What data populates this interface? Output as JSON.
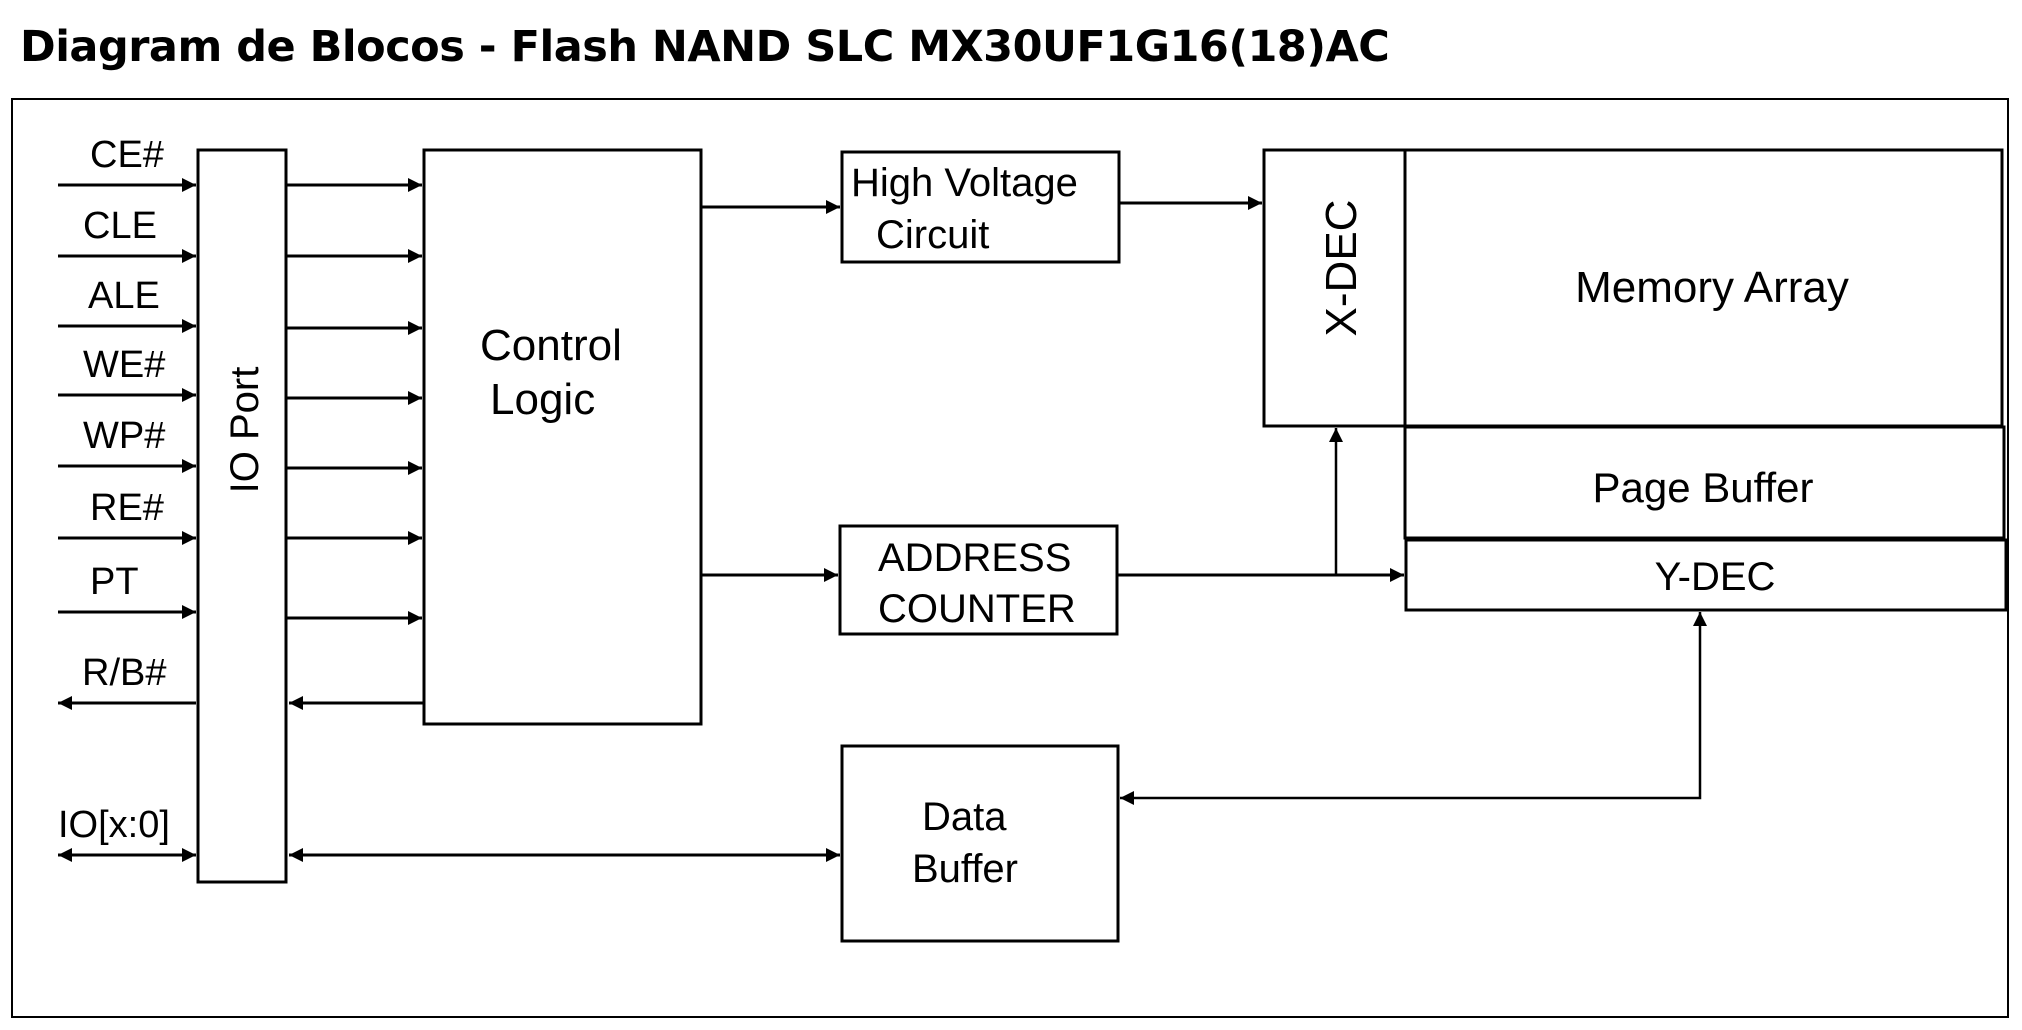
{
  "title": "Diagram de Blocos - Flash NAND SLC MX30UF1G16(18)AC",
  "signals": [
    {
      "label": "CE#",
      "direction": "in"
    },
    {
      "label": "CLE",
      "direction": "in"
    },
    {
      "label": "ALE",
      "direction": "in"
    },
    {
      "label": "WE#",
      "direction": "in"
    },
    {
      "label": "WP#",
      "direction": "in"
    },
    {
      "label": "RE#",
      "direction": "in"
    },
    {
      "label": "PT",
      "direction": "in"
    },
    {
      "label": "R/B#",
      "direction": "out"
    },
    {
      "label": "IO[x:0]",
      "direction": "bidirectional"
    }
  ],
  "blocks": {
    "io_port": "IO Port",
    "control_logic": [
      "Control",
      "Logic"
    ],
    "high_voltage": [
      "High Voltage",
      "Circuit"
    ],
    "address_counter": [
      "ADDRESS",
      "COUNTER"
    ],
    "data_buffer": [
      "Data",
      "Buffer"
    ],
    "x_dec": "X-DEC",
    "memory_array": "Memory Array",
    "page_buffer": "Page Buffer",
    "y_dec": "Y-DEC"
  },
  "colors": {
    "stroke": "#000000",
    "background": "#ffffff"
  }
}
